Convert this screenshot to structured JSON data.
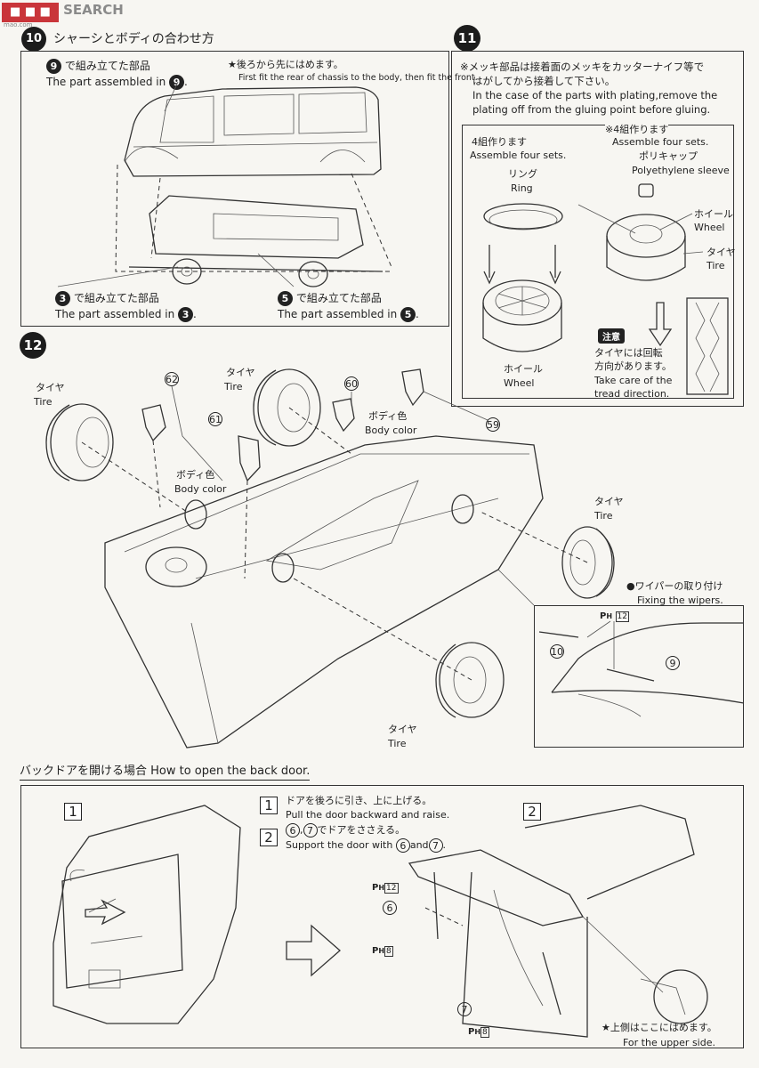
{
  "watermark": {
    "brand": "SEARCH",
    "sub": "mao.com"
  },
  "step10": {
    "number": "10",
    "title": "シャーシとボディの合わせ方",
    "part9_ja": "で組み立てた部品",
    "part9_en": "The part assembled in",
    "part9_num": "9",
    "rear_first_ja": "★後ろから先にはめます。",
    "rear_first_en": "First fit the rear of chassis to the body, then fit the front.",
    "part3_ja": "で組み立てた部品",
    "part3_en": "The part assembled in",
    "part3_num": "3",
    "part5_ja": "で組み立てた部品",
    "part5_en": "The part assembled in",
    "part5_num": "5"
  },
  "step11": {
    "number": "11",
    "plating_ja": "※メッキ部品は接着面のメッキをカッターナイフ等で",
    "plating_ja2": "はがしてから接着して下さい。",
    "plating_en": "In the case of the parts with plating,remove the",
    "plating_en2": "plating off from the gluing point before gluing.",
    "sets_ja": "4組作ります",
    "sets_en": "Assemble four sets.",
    "ring_ja": "リング",
    "ring_en": "Ring",
    "wheel_ja": "ホイール",
    "wheel_en": "Wheel",
    "sets2_ja": "※4組作ります",
    "sets2_en": "Assemble four sets.",
    "poly_ja": "ポリキャップ",
    "poly_en": "Polyethylene sleeve",
    "wheel2_ja": "ホイール",
    "wheel2_en": "Wheel",
    "tire_ja": "タイヤ",
    "tire_en": "Tire",
    "caution": "注意",
    "tread_ja": "タイヤには回転",
    "tread_ja2": "方向があります。",
    "tread_en": "Take care of the",
    "tread_en2": "tread direction."
  },
  "step12": {
    "number": "12",
    "tire_ja": "タイヤ",
    "tire_en": "Tire",
    "body_color_ja": "ボディ色",
    "body_color_en": "Body color",
    "parts": [
      "62",
      "61",
      "60",
      "59"
    ],
    "wiper_ja": "●ワイパーの取り付け",
    "wiper_en": "Fixing the wipers.",
    "wiper_part10": "10",
    "wiper_part9": "9",
    "ph_label": "P",
    "ph_sub": "H",
    "ph12": "12"
  },
  "backdoor": {
    "title": "バックドアを開ける場合 How to open the back door.",
    "step1_num": "1",
    "step2_num": "2",
    "inst1_ja": "ドアを後ろに引き、上に上げる。",
    "inst1_en": "Pull the door backward and raise.",
    "inst2_a": "6",
    "inst2_b": "7",
    "inst2_ja": "でドアをささえる。",
    "inst2_en_pre": "Support the door with",
    "inst2_en_and": "and",
    "part6": "6",
    "part7": "7",
    "ph12": "12",
    "ph8": "8",
    "upper_ja": "★上側はここにはめます。",
    "upper_en": "For the upper side."
  }
}
